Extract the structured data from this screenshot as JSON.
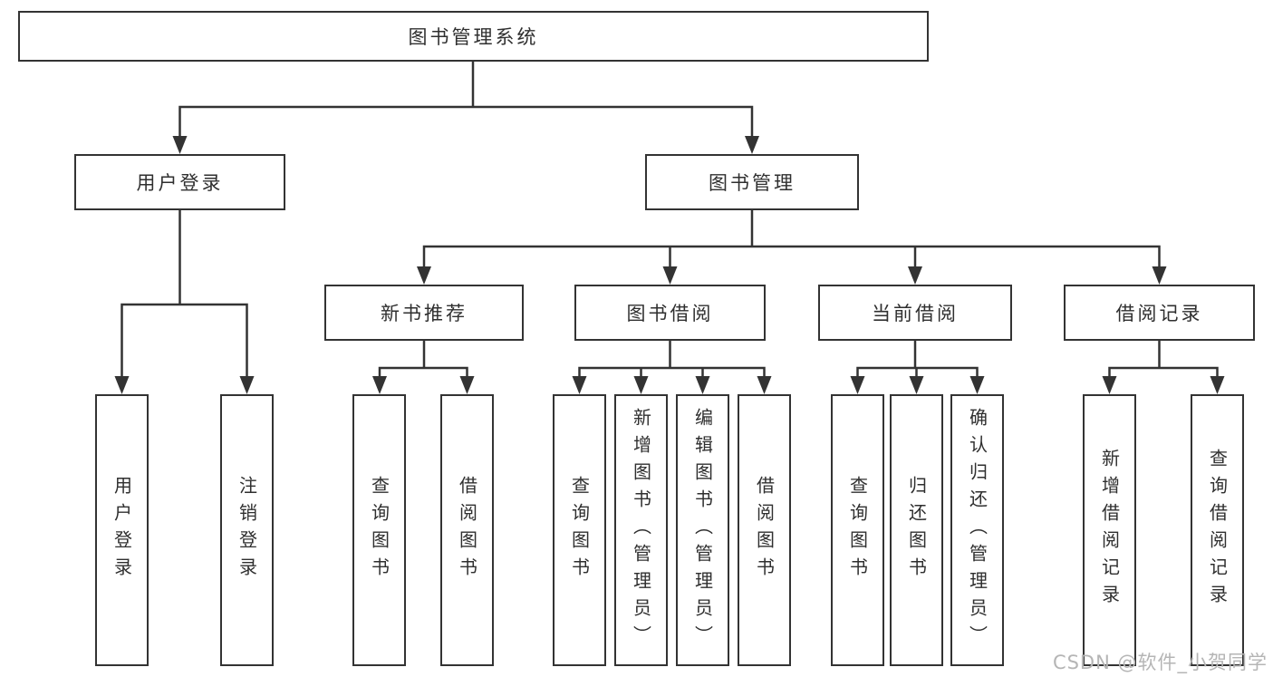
{
  "diagram": {
    "root": {
      "label": "图书管理系统"
    },
    "level2": [
      {
        "label": "用户登录"
      },
      {
        "label": "图书管理"
      }
    ],
    "level3": [
      {
        "label": "新书推荐",
        "parent": "图书管理"
      },
      {
        "label": "图书借阅",
        "parent": "图书管理"
      },
      {
        "label": "当前借阅",
        "parent": "图书管理"
      },
      {
        "label": "借阅记录",
        "parent": "图书管理"
      }
    ],
    "leaves": [
      {
        "label": "用户登录",
        "parent": "用户登录"
      },
      {
        "label": "注销登录",
        "parent": "用户登录"
      },
      {
        "label": "查询图书",
        "parent": "新书推荐"
      },
      {
        "label": "借阅图书",
        "parent": "新书推荐"
      },
      {
        "label": "查询图书",
        "parent": "图书借阅"
      },
      {
        "label": "新增图书（管理员）",
        "parent": "图书借阅"
      },
      {
        "label": "编辑图书（管理员）",
        "parent": "图书借阅"
      },
      {
        "label": "借阅图书",
        "parent": "图书借阅"
      },
      {
        "label": "查询图书",
        "parent": "当前借阅"
      },
      {
        "label": "归还图书",
        "parent": "当前借阅"
      },
      {
        "label": "确认归还（管理员）",
        "parent": "当前借阅"
      },
      {
        "label": "新增借阅记录",
        "parent": "借阅记录"
      },
      {
        "label": "查询借阅记录",
        "parent": "借阅记录"
      }
    ],
    "watermark": "CSDN @软件_小贺同学",
    "colors": {
      "line": "#333333",
      "text": "#2f2f2f",
      "watermark": "#b5b5b5",
      "background": "#ffffff"
    }
  }
}
